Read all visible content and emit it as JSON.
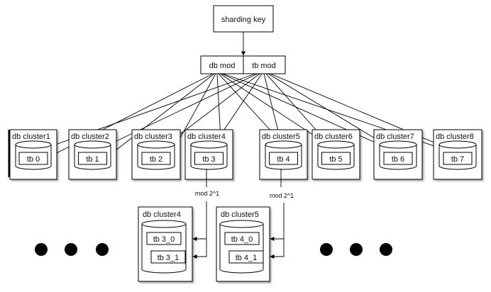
{
  "sharding_key": "sharding key",
  "db_mod": "db mod",
  "tb_mod": "tb mod",
  "clusters": [
    {
      "name": "db cluster1",
      "table": "tb 0"
    },
    {
      "name": "db cluster2",
      "table": "tb 1"
    },
    {
      "name": "db cluster3",
      "table": "tb 2"
    },
    {
      "name": "db cluster4",
      "table": "tb 3"
    },
    {
      "name": "db cluster5",
      "table": "tb 4"
    },
    {
      "name": "db cluster6",
      "table": "tb 5"
    },
    {
      "name": "db cluster7",
      "table": "tb 6"
    },
    {
      "name": "db cluster8",
      "table": "tb 7"
    }
  ],
  "mod_label_left": "mod 2^1",
  "mod_label_right": "mod 2^1",
  "split_clusters": [
    {
      "name": "db cluster4",
      "tables": [
        "tb 3_0",
        "tb 3_1"
      ]
    },
    {
      "name": "db cluster5",
      "tables": [
        "tb 4_0",
        "tb 4_1"
      ]
    }
  ],
  "ellipsis_dots": 3
}
